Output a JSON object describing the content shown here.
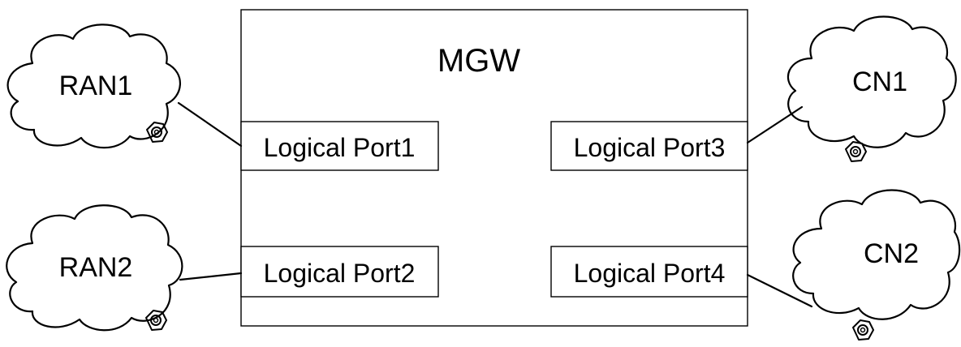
{
  "gateway": {
    "label": "MGW"
  },
  "ports": {
    "p1": "Logical Port1",
    "p2": "Logical Port2",
    "p3": "Logical Port3",
    "p4": "Logical Port4"
  },
  "networks": {
    "ran1": "RAN1",
    "ran2": "RAN2",
    "cn1": "CN1",
    "cn2": "CN2"
  },
  "connections": [
    {
      "from": "RAN1",
      "to": "Logical Port1"
    },
    {
      "from": "RAN2",
      "to": "Logical Port2"
    },
    {
      "from": "CN1",
      "to": "Logical Port3"
    },
    {
      "from": "CN2",
      "to": "Logical Port4"
    }
  ]
}
